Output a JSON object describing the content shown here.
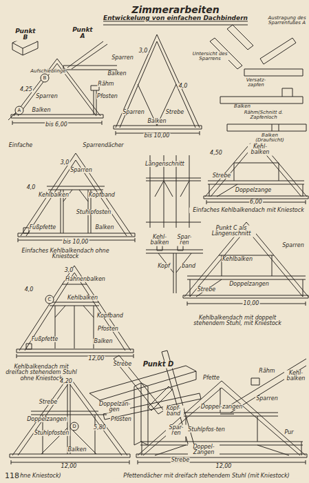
{
  "diagram": {
    "title": "Zimmerarbeiten",
    "labels": [
      "Entwickelung von einfachen Dachbindern",
      "Punkt B",
      "Punkt A",
      "Aufschieblinge",
      "Sparren",
      "Balken",
      "B",
      "4,25",
      "Sparren",
      "Rähm",
      "Pfosten",
      "Balken",
      "A",
      "bis 6,00",
      "3,0",
      "4,0",
      "Sparren",
      "Strebe",
      "Balken",
      "bis 10,00",
      "Untersicht des Sparrens",
      "Austragung des Sparrenfußes A",
      "Versatz-zapfen",
      "Balken",
      "Rähm(Schnitt d. Zapfenloch",
      "Balken (Draufsicht)",
      "Einfache",
      "Sparrendächer",
      "3,0",
      "Sparren",
      "4,0",
      "Kehlbalken",
      "Kopfband",
      "Stuhlpfosten",
      "Fußpfette",
      "Balken",
      "bis 10,00",
      "Einfaches Kehlbalkendach ohne Kniestock",
      "Längenschnitt",
      "4,50",
      "Kehl- balken",
      "Strebe",
      "Doppelzange",
      "6,00",
      "Einfaches Kehlbalkendach mit Kniestock",
      "3,0",
      "Hahnenbalken",
      "4,0",
      "Kehlbalken",
      "C",
      "Kopfband",
      "Pfosten",
      "Fußpfette",
      "Balken",
      "12,00",
      "Kehlbalkendach mit dreifach stehendem Stuhl ohne Kniestock",
      "Kehl- balken",
      "Spar- ren",
      "Kopf",
      "band",
      "Punkt C als Längenschnitt",
      "Sparren",
      "Kehlbalken",
      "Doppelzangen",
      "Strebe",
      "10,00",
      "Kehlbalkendach mit doppelt stehendem Stuhl, mit Kniestock",
      "Strebe",
      "Punkt D",
      "Pfette",
      "Rähm",
      "Kehl- balken",
      "Sparren",
      "Doppelzan- gen",
      "Pfosten",
      "Kopf- band",
      "Spar- ren",
      "4,20",
      "5,80",
      "Strebe",
      "Doppelzangen",
      "D",
      "Stuhlpfosten",
      "Balken",
      "12,00",
      "(ohne Kniestock)",
      "Pfettendächer mit dreifach stehendem Stuhl (mit Kniestock)",
      "Doppel-zangen",
      "Stuhlpfos-ten",
      "Doppel- Zangen",
      "Strebe",
      "12,00",
      "Pur",
      "118"
    ]
  }
}
